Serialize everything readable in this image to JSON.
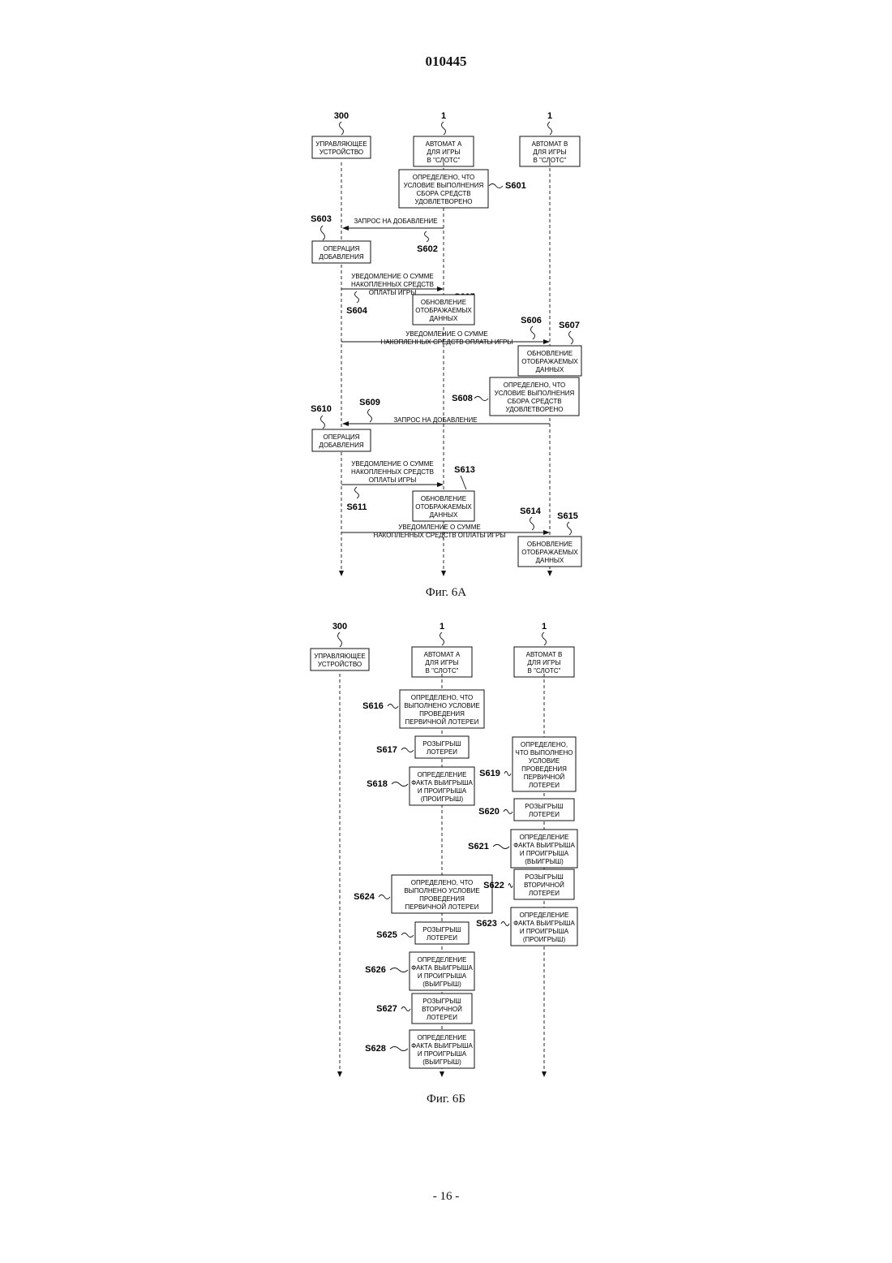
{
  "document_number": "010445",
  "page_number": "- 16 -",
  "figure_a": {
    "caption": "Фиг. 6А",
    "lanes": {
      "server": {
        "ref": "300",
        "box": [
          "УПРАВЛЯЮЩЕЕ",
          "УСТРОЙСТВО"
        ]
      },
      "machine_a": {
        "ref": "1",
        "box": [
          "АВТОМАТ А",
          "ДЛЯ ИГРЫ",
          "В \"СЛОТС\""
        ]
      },
      "machine_b": {
        "ref": "1",
        "box": [
          "АВТОМАТ В",
          "ДЛЯ ИГРЫ",
          "В \"СЛОТС\""
        ]
      }
    },
    "steps": {
      "s601": {
        "label": "S601",
        "box": [
          "ОПРЕДЕЛЕНО, ЧТО",
          "УСЛОВИЕ ВЫПОЛНЕНИЯ",
          "СБОРА СРЕДСТВ",
          "УДОВЛЕТВОРЕНО"
        ]
      },
      "s602": {
        "label": "S602",
        "msg": [
          "ЗАПРОС НА ДОБАВЛЕНИЕ"
        ]
      },
      "s603": {
        "label": "S603",
        "box": [
          "ОПЕРАЦИЯ",
          "ДОБАВЛЕНИЯ"
        ]
      },
      "s604": {
        "label": "S604",
        "msg": [
          "УВЕДОМЛЕНИЕ О СУММЕ",
          "НАКОПЛЕННЫХ СРЕДСТВ",
          "ОПЛАТЫ ИГРЫ"
        ]
      },
      "s605": {
        "label": "S605",
        "box": [
          "ОБНОВЛЕНИЕ",
          "ОТОБРАЖАЕМЫХ",
          "ДАННЫХ"
        ]
      },
      "s606": {
        "label": "S606",
        "msg": [
          "УВЕДОМЛЕНИЕ О СУММЕ",
          "НАКОПЛЕННЫХ СРЕДСТВ ОПЛАТЫ ИГРЫ"
        ]
      },
      "s607": {
        "label": "S607",
        "box": [
          "ОБНОВЛЕНИЕ",
          "ОТОБРАЖАЕМЫХ",
          "ДАННЫХ"
        ]
      },
      "s608": {
        "label": "S608",
        "box": [
          "ОПРЕДЕЛЕНО, ЧТО",
          "УСЛОВИЕ ВЫПОЛНЕНИЯ",
          "СБОРА СРЕДСТВ",
          "УДОВЛЕТВОРЕНО"
        ]
      },
      "s609": {
        "label": "S609",
        "msg": [
          "ЗАПРОС НА ДОБАВЛЕНИЕ"
        ]
      },
      "s610": {
        "label": "S610",
        "box": [
          "ОПЕРАЦИЯ",
          "ДОБАВЛЕНИЯ"
        ]
      },
      "s611": {
        "label": "S611",
        "msg": [
          "УВЕДОМЛЕНИЕ О СУММЕ",
          "НАКОПЛЕННЫХ СРЕДСТВ",
          "ОПЛАТЫ ИГРЫ"
        ]
      },
      "s613": {
        "label": "S613",
        "box": [
          "ОБНОВЛЕНИЕ",
          "ОТОБРАЖАЕМЫХ",
          "ДАННЫХ"
        ]
      },
      "s614": {
        "label": "S614",
        "msg": [
          "УВЕДОМЛЕНИЕ О СУММЕ",
          "НАКОПЛЕННЫХ СРЕДСТВ ОПЛАТЫ ИГРЫ"
        ]
      },
      "s615": {
        "label": "S615",
        "box": [
          "ОБНОВЛЕНИЕ",
          "ОТОБРАЖАЕМЫХ",
          "ДАННЫХ"
        ]
      }
    }
  },
  "figure_b": {
    "caption": "Фиг. 6Б",
    "lanes": {
      "server": {
        "ref": "300",
        "box": [
          "УПРАВЛЯЮЩЕЕ",
          "УСТРОЙСТВО"
        ]
      },
      "machine_a": {
        "ref": "1",
        "box": [
          "АВТОМАТ А",
          "ДЛЯ ИГРЫ",
          "В \"СЛОТС\""
        ]
      },
      "machine_b": {
        "ref": "1",
        "box": [
          "АВТОМАТ В",
          "ДЛЯ ИГРЫ",
          "В \"СЛОТС\""
        ]
      }
    },
    "steps": {
      "s616": {
        "label": "S616",
        "box": [
          "ОПРЕДЕЛЕНО, ЧТО",
          "ВЫПОЛНЕНО УСЛОВИЕ",
          "ПРОВЕДЕНИЯ",
          "ПЕРВИЧНОЙ ЛОТЕРЕИ"
        ]
      },
      "s617": {
        "label": "S617",
        "box": [
          "РОЗЫГРЫШ",
          "ЛОТЕРЕИ"
        ]
      },
      "s618": {
        "label": "S618",
        "box": [
          "ОПРЕДЕЛЕНИЕ",
          "ФАКТА ВЫИГРЫША",
          "И ПРОИГРЫША",
          "(ПРОИГРЫШ)"
        ]
      },
      "s619": {
        "label": "S619",
        "box": [
          "ОПРЕДЕЛЕНО,",
          "ЧТО ВЫПОЛНЕНО",
          "УСЛОВИЕ",
          "ПРОВЕДЕНИЯ",
          "ПЕРВИЧНОЙ",
          "ЛОТЕРЕИ"
        ]
      },
      "s620": {
        "label": "S620",
        "box": [
          "РОЗЫГРЫШ",
          "ЛОТЕРЕИ"
        ]
      },
      "s621": {
        "label": "S621",
        "box": [
          "ОПРЕДЕЛЕНИЕ",
          "ФАКТА ВЫИГРЫША",
          "И ПРОИГРЫША",
          "(ВЫИГРЫШ)"
        ]
      },
      "s622": {
        "label": "S622",
        "box": [
          "РОЗЫГРЫШ",
          "ВТОРИЧНОЙ",
          "ЛОТЕРЕИ"
        ]
      },
      "s623": {
        "label": "S623",
        "box": [
          "ОПРЕДЕЛЕНИЕ",
          "ФАКТА ВЫИГРЫША",
          "И ПРОИГРЫША",
          "(ПРОИГРЫШ)"
        ]
      },
      "s624": {
        "label": "S624",
        "box": [
          "ОПРЕДЕЛЕНО, ЧТО",
          "ВЫПОЛНЕНО УСЛОВИЕ",
          "ПРОВЕДЕНИЯ",
          "ПЕРВИЧНОЙ ЛОТЕРЕИ"
        ]
      },
      "s625": {
        "label": "S625",
        "box": [
          "РОЗЫГРЫШ",
          "ЛОТЕРЕИ"
        ]
      },
      "s626": {
        "label": "S626",
        "box": [
          "ОПРЕДЕЛЕНИЕ",
          "ФАКТА ВЫИГРЫША",
          "И ПРОИГРЫША",
          "(ВЫИГРЫШ)"
        ]
      },
      "s627": {
        "label": "S627",
        "box": [
          "РОЗЫГРЫШ",
          "ВТОРИЧНОЙ",
          "ЛОТЕРЕИ"
        ]
      },
      "s628": {
        "label": "S628",
        "box": [
          "ОПРЕДЕЛЕНИЕ",
          "ФАКТА ВЫИГРЫША",
          "И ПРОИГРЫША",
          "(ВЫИГРЫШ)"
        ]
      }
    }
  }
}
